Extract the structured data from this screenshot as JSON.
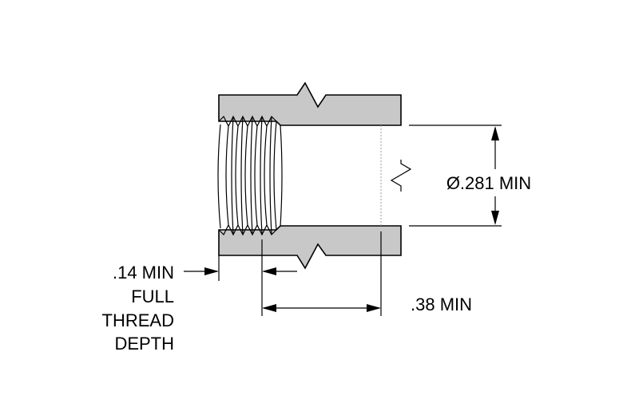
{
  "dimensions": {
    "bore_diameter": "Ø.281 MIN",
    "bore_depth": ".38 MIN",
    "thread_depth_lines": [
      ".14 MIN",
      "FULL",
      "THREAD",
      "DEPTH"
    ]
  },
  "colors": {
    "part_fill": "#c8c8c8",
    "line": "#000000",
    "background": "#ffffff"
  }
}
